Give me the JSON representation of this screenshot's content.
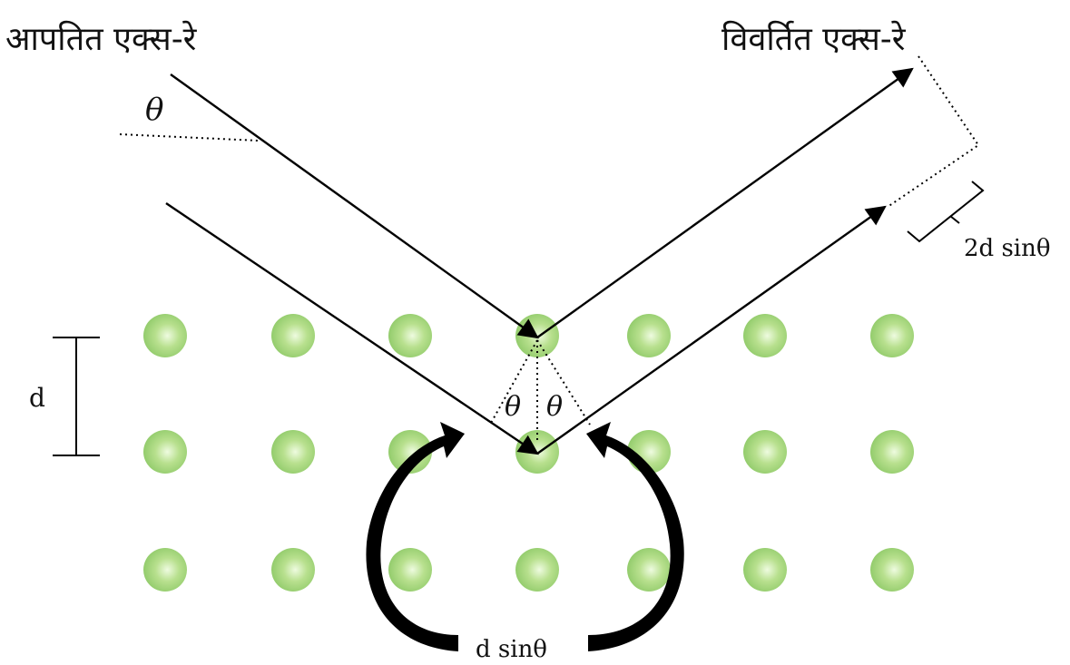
{
  "labels": {
    "incident": "आपतित एक्स-रे",
    "diffracted": "विवर्तित एक्स-रे",
    "theta": "θ",
    "spacing": "d",
    "path_difference": "2d sinθ",
    "half_path_difference": "d sinθ"
  },
  "colors": {
    "atom_light": "#eefbe0",
    "atom_mid": "#b8e08e",
    "atom_dark": "#8cc866",
    "ray": "#000000",
    "background": "#ffffff"
  },
  "lattice": {
    "rows": 3,
    "columns": 7
  }
}
